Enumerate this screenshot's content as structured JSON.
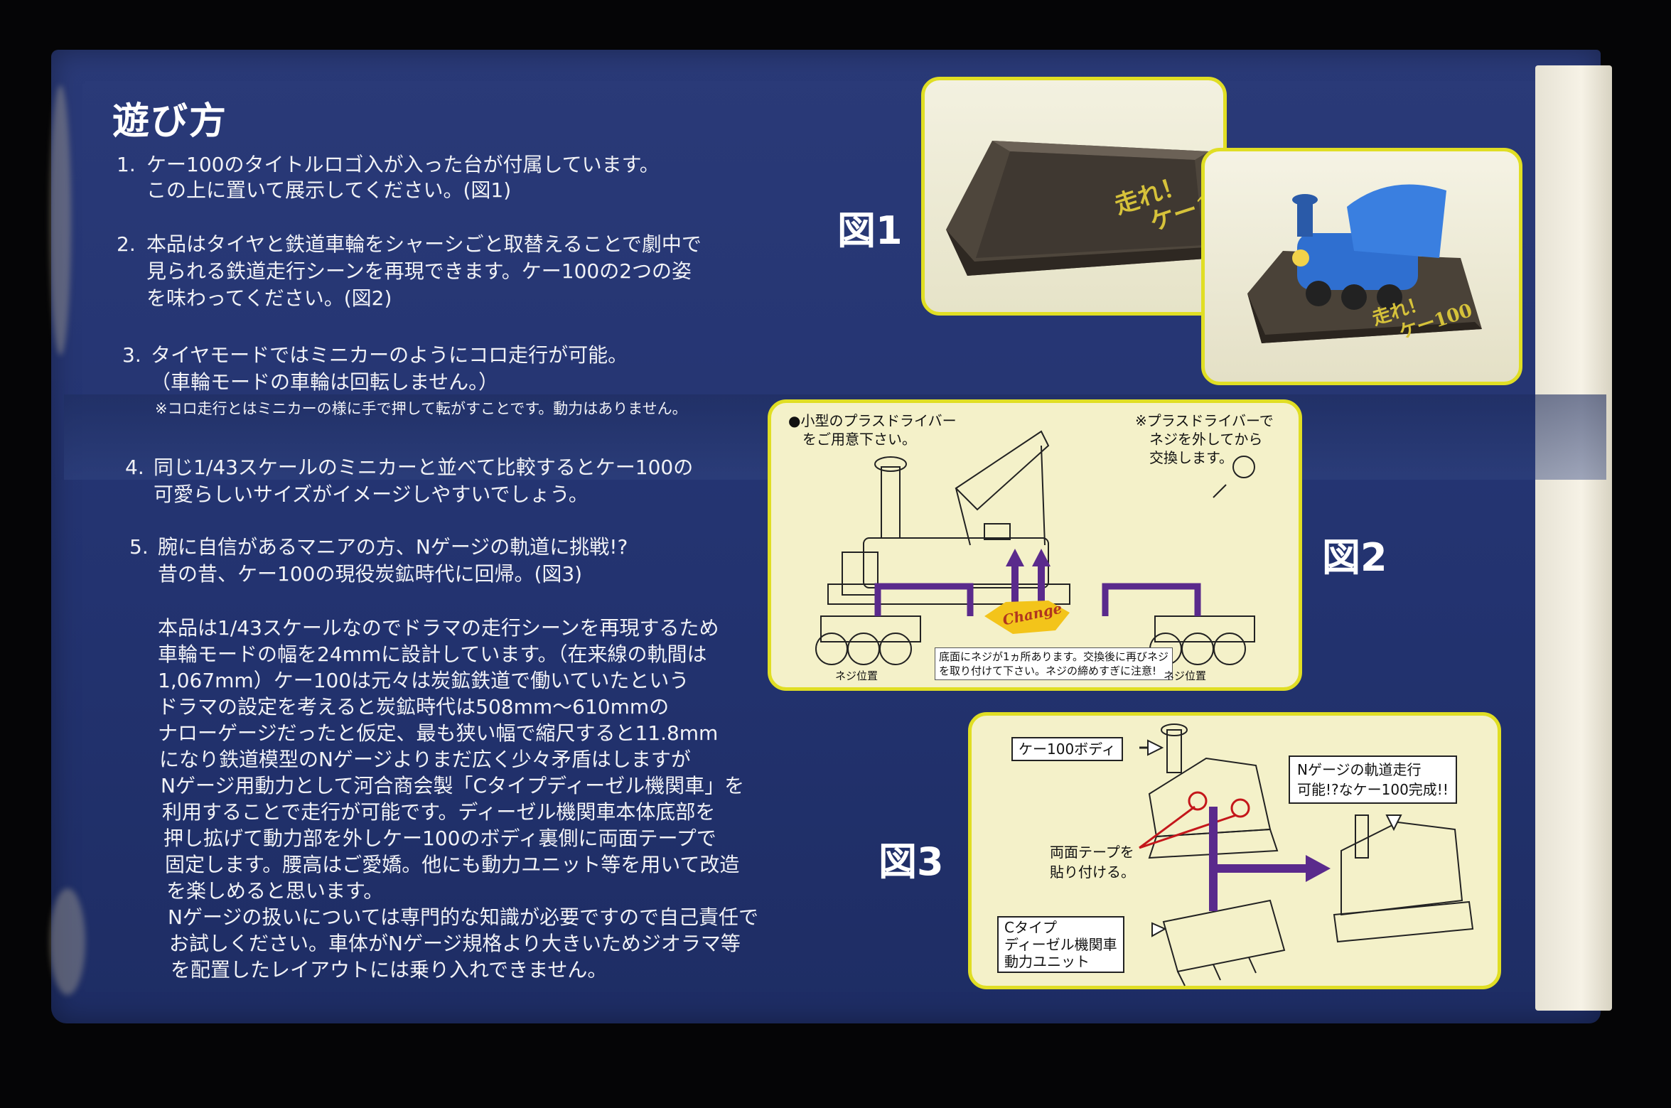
{
  "heading": "遊び方",
  "items": [
    {
      "num": "1.",
      "lines": [
        "ケー100のタイトルロゴ入が入った台が付属しています。",
        "この上に置いて展示してください。(図1)"
      ]
    },
    {
      "num": "2.",
      "lines": [
        "本品はタイヤと鉄道車輪をシャーシごと取替えることで劇中で",
        "見られる鉄道走行シーンを再現できます。ケー100の2つの姿",
        "を味わってください。(図2)"
      ]
    },
    {
      "num": "3.",
      "lines": [
        "タイヤモードではミニカーのようにコロ走行が可能。",
        "（車輪モードの車輪は回転しません。）"
      ],
      "note": "※コロ走行とはミニカーの様に手で押して転がすことです。動力はありません。"
    },
    {
      "num": "4.",
      "lines": [
        "同じ1/43スケールのミニカーと並べて比較するとケー100の",
        "可愛らしいサイズがイメージしやすいでしょう。"
      ]
    },
    {
      "num": "5.",
      "lines": [
        "腕に自信があるマニアの方、Nゲージの軌道に挑戦!?",
        "昔の昔、ケー100の現役炭鉱時代に回帰。(図3)"
      ]
    }
  ],
  "body_paragraph": [
    "本品は1/43スケールなのでドラマの走行シーンを再現するため",
    "車輪モードの幅を24mmに設計しています。（在来線の軌間は",
    "1,067mm）ケー100は元々は炭鉱鉄道で働いていたという",
    "ドラマの設定を考えると炭鉱時代は508mm～610mmの",
    "ナローゲージだったと仮定、最も狭い幅で縮尺すると11.8mm",
    "になり鉄道模型のNゲージよりまだ広く少々矛盾はしますが",
    "Nゲージ用動力として河合商会製「Cタイプディーゼル機関車」を",
    "利用することで走行が可能です。ディーゼル機関車本体底部を",
    "押し拡げて動力部を外しケー100のボディ裏側に両面テープで",
    "固定します。腰高はご愛嬌。他にも動力ユニット等を用いて改造",
    "を楽しめると思います。",
    "Nゲージの扱いについては専門的な知識が必要ですので自己責任で",
    "お試しください。車体がNゲージ規格より大きいためジオラマ等",
    "を配置したレイアウトには乗り入れできません。"
  ],
  "fig1": {
    "label": "図1",
    "logo_line1": "走れ！",
    "logo_line2": "ケー100"
  },
  "fig2": {
    "label": "図2",
    "note_left": "●小型のプラスドライバー\n　をご用意下さい。",
    "note_right": "※プラスドライバーで\n　ネジを外してから\n　交換します。",
    "change": "Change",
    "screw_note": "底面にネジが1ヵ所あります。交換後に再びネジ\nを取り付けて下さい。ネジの締めすぎに注意!",
    "screw_pos_left": "ネジ位置",
    "screw_pos_right": "ネジ位置"
  },
  "fig3": {
    "label": "図3",
    "body_label": "ケー100ボディ",
    "complete_label": "Nゲージの軌道走行\n可能!?なケー100完成!!",
    "tape_label": "両面テープを\n貼り付ける。",
    "unit_label": "Cタイプ\nディーゼル機関車\n動力ユニット"
  },
  "colors": {
    "box_blue": "#233370",
    "panel_fill": "#f4f1c9",
    "panel_border": "#e0de24",
    "arrow_purple": "#5a2a8c",
    "change_yellow": "#f3c41a",
    "loco_blue": "#2f6fd0"
  }
}
